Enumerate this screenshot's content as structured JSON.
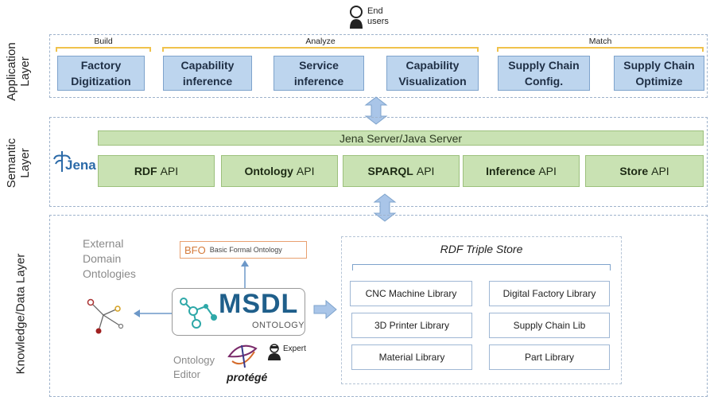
{
  "end_users": {
    "label_line1": "End",
    "label_line2": "users"
  },
  "application_layer": {
    "side_label_line1": "Application",
    "side_label_line2": "Layer",
    "groups": [
      {
        "label": "Build"
      },
      {
        "label": "Analyze"
      },
      {
        "label": "Match"
      }
    ],
    "boxes": [
      {
        "line1": "Factory",
        "line2": "Digitization"
      },
      {
        "line1": "Capability",
        "line2": "inference"
      },
      {
        "line1": "Service",
        "line2": "inference"
      },
      {
        "line1": "Capability",
        "line2": "Visualization"
      },
      {
        "line1": "Supply Chain",
        "line2": "Config."
      },
      {
        "line1": "Supply Chain",
        "line2": "Optimize"
      }
    ]
  },
  "semantic_layer": {
    "side_label_line1": "Semantic",
    "side_label_line2": "Layer",
    "jena_logo": "Jena",
    "server_bar": "Jena Server/Java Server",
    "apis": [
      {
        "bold": "RDF",
        "suffix": "API"
      },
      {
        "bold": "Ontology",
        "suffix": "API"
      },
      {
        "bold": "SPARQL",
        "suffix": "API"
      },
      {
        "bold": "Inference",
        "suffix": "API"
      },
      {
        "bold": "Store",
        "suffix": "API"
      }
    ]
  },
  "knowledge_layer": {
    "side_label": "Knowledge/Data Layer",
    "external_line1": "External",
    "external_line2": "Domain",
    "external_line3": "Ontologies",
    "bfo_abbr": "BFO",
    "bfo_full": "Basic Formal Ontology",
    "msdl_title": "MSDL",
    "msdl_sub": "ONTOLOGY",
    "editor_line1": "Ontology",
    "editor_line2": "Editor",
    "protege": "protégé",
    "expert": "Expert",
    "triple_store_title": "RDF Triple Store",
    "libraries": [
      "CNC Machine Library",
      "Digital Factory Library",
      "3D Printer Library",
      "Supply Chain Lib",
      "Material Library",
      "Part Library"
    ]
  },
  "colors": {
    "app_box": "#bdd5ee",
    "semantic_box": "#c9e2b3",
    "bracket": "#f0c24c",
    "arrow": "#a9c5e8"
  }
}
